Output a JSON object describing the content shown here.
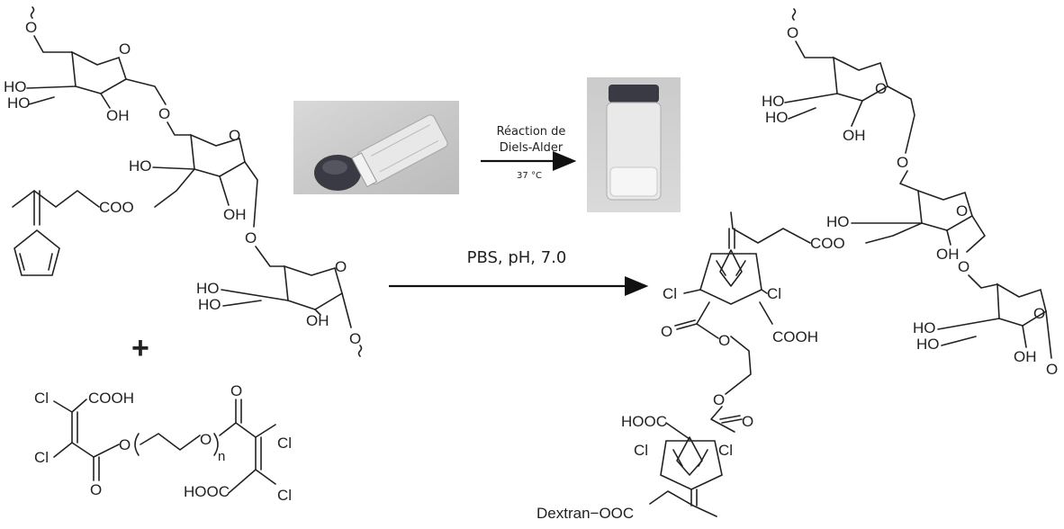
{
  "reaction": {
    "top_label_line1": "Réaction de",
    "top_label_line2": "Diels-Alder",
    "temperature": "37 °C",
    "conditions": "PBS, pH, 7.0",
    "plus": "+"
  },
  "left_dextran": {
    "ring1_oh_a": "HO",
    "ring1_oh_b": "HO",
    "ring1_oh_c": "OH",
    "ring1_o": "O",
    "ring1_top_o": "O",
    "link_o1": "O",
    "ring2_ho": "HO",
    "ring2_o": "O",
    "ring2_oh": "OH",
    "coo": "COO",
    "link_o2": "O",
    "ring3_ho_a": "HO",
    "ring3_ho_b": "HO",
    "ring3_o": "O",
    "ring3_oh": "OH",
    "ring3_end_o": "O"
  },
  "crosslinker": {
    "cl1": "Cl",
    "cooh": "COOH",
    "cl2": "Cl",
    "o_ester": "O",
    "o_carbonyl": "O",
    "o_peg": "O",
    "n": "n",
    "o_right_carbonyl": "O",
    "cl3": "Cl",
    "hooc": "HOOC",
    "cl4": "Cl"
  },
  "product": {
    "ring1_oh_a": "HO",
    "ring1_oh_b": "HO",
    "ring1_o": "O",
    "ring1_oh_c": "OH",
    "ring1_top_o": "O",
    "link_o1": "O",
    "ring2_ho": "HO",
    "ring2_o": "O",
    "ring2_oh": "OH",
    "coo": "COO",
    "link_o2": "O",
    "ring3_ho_a": "HO",
    "ring3_ho_b": "HO",
    "ring3_o": "O",
    "ring3_oh": "OH",
    "ring3_end_o": "O",
    "cl_a": "Cl",
    "cl_b": "Cl",
    "o_carb": "O",
    "cooh": "COOH",
    "o_peg1": "O",
    "o_peg2": "O",
    "hooc": "HOOC",
    "o_carb2": "O",
    "cl_c": "Cl",
    "cl_d": "Cl",
    "dextran_ooc": "Dextran−OOC"
  },
  "colors": {
    "ink": "#222222",
    "photo_bg": "#d6d6d6",
    "cap": "#3a3a44"
  }
}
